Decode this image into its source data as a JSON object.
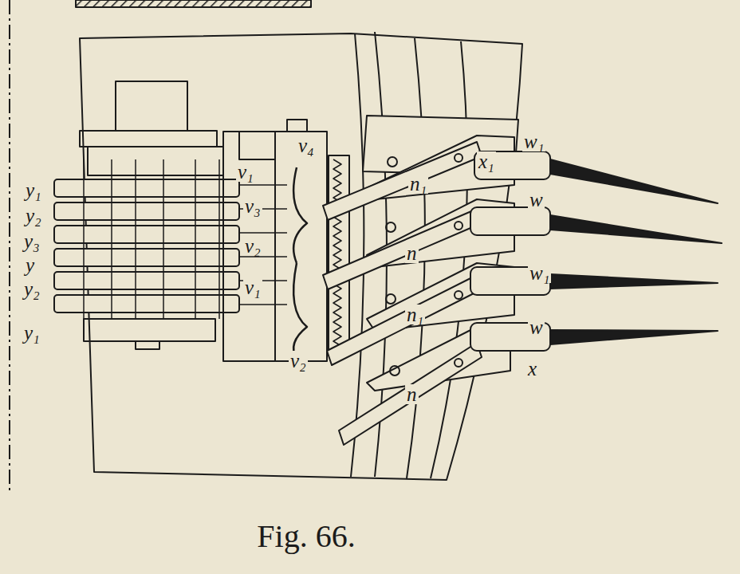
{
  "diagram": {
    "caption": "Fig. 66.",
    "labels": [
      "y₁",
      "y₂",
      "y₃",
      "y",
      "y₂",
      "y₁",
      "v₄",
      "v₁",
      "v₃",
      "v₂",
      "v₁",
      "v₂",
      "w₁",
      "x₁",
      "n₁",
      "w",
      "n",
      "w₁",
      "n₁",
      "w",
      "x",
      "n"
    ]
  }
}
